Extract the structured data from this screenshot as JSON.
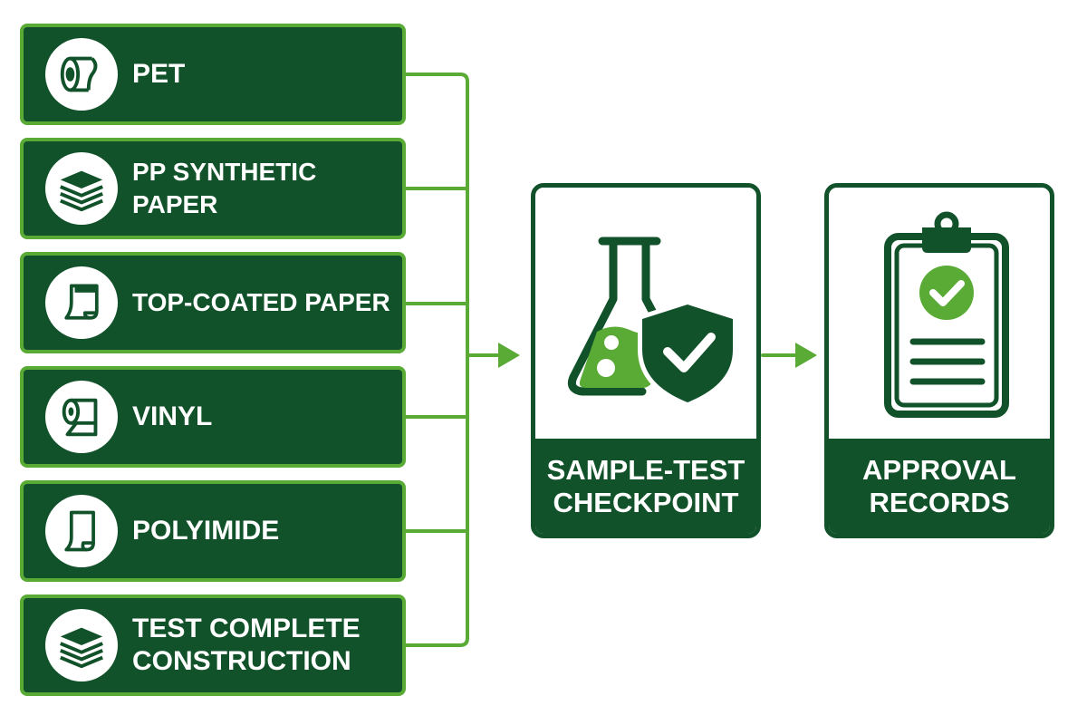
{
  "colors": {
    "dark_green": "#11522a",
    "accent_green": "#5aaa36",
    "white": "#ffffff"
  },
  "materials": [
    {
      "label": "PET",
      "icon": "tape-roll-icon"
    },
    {
      "label": "PP SYNTHETIC PAPER",
      "icon": "stacked-layers-icon"
    },
    {
      "label": "TOP-COATED PAPER",
      "icon": "curled-sheet-icon"
    },
    {
      "label": "VINYL",
      "icon": "film-roll-icon"
    },
    {
      "label": "POLYIMIDE",
      "icon": "folded-sheet-icon"
    },
    {
      "label": "TEST COMPLETE\nCONSTRUCTION",
      "icon": "stacked-layers-icon"
    }
  ],
  "stages": {
    "checkpoint": {
      "label": "SAMPLE-TEST\nCHECKPOINT",
      "icon": "flask-shield-icon"
    },
    "records": {
      "label": "APPROVAL\nRECORDS",
      "icon": "clipboard-check-icon"
    }
  }
}
